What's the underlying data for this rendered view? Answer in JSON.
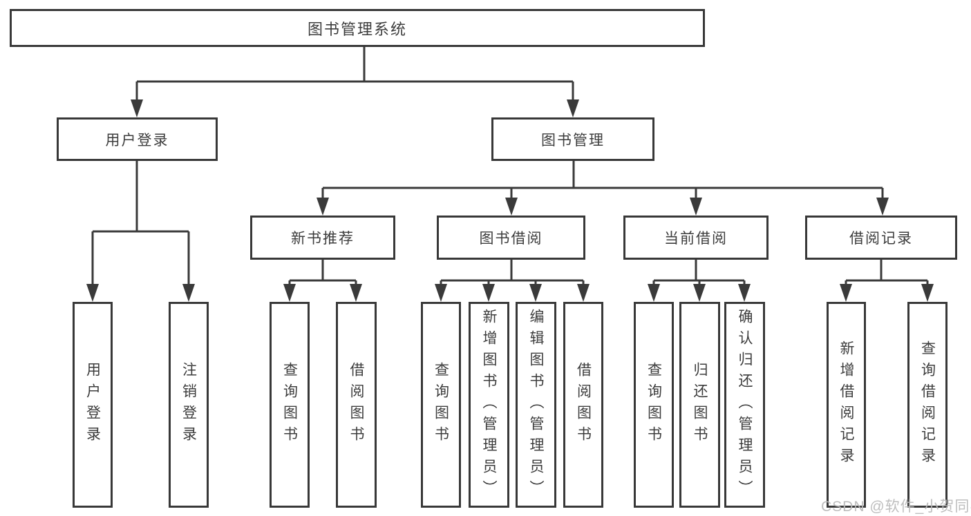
{
  "diagram": {
    "root": {
      "label": "图书管理系统",
      "children": [
        {
          "label": "用户登录",
          "children": [
            {
              "label": "用户登录"
            },
            {
              "label": "注销登录"
            }
          ]
        },
        {
          "label": "图书管理",
          "children": [
            {
              "label": "新书推荐",
              "children": [
                {
                  "label": "查询图书"
                },
                {
                  "label": "借阅图书"
                }
              ]
            },
            {
              "label": "图书借阅",
              "children": [
                {
                  "label": "查询图书"
                },
                {
                  "label": "新增图书（管理员）"
                },
                {
                  "label": "编辑图书（管理员）"
                },
                {
                  "label": "借阅图书"
                }
              ]
            },
            {
              "label": "当前借阅",
              "children": [
                {
                  "label": "查询图书"
                },
                {
                  "label": "归还图书"
                },
                {
                  "label": "确认归还（管理员）"
                }
              ]
            },
            {
              "label": "借阅记录",
              "children": [
                {
                  "label": "新增借阅记录"
                },
                {
                  "label": "查询借阅记录"
                }
              ]
            }
          ]
        }
      ]
    },
    "colors": {
      "line": "#3a3a3a",
      "border": "#383838",
      "text": "#3c3c3c",
      "watermark": "#bbbbbb"
    },
    "watermark": "CSDN @软件_小贺同学"
  }
}
